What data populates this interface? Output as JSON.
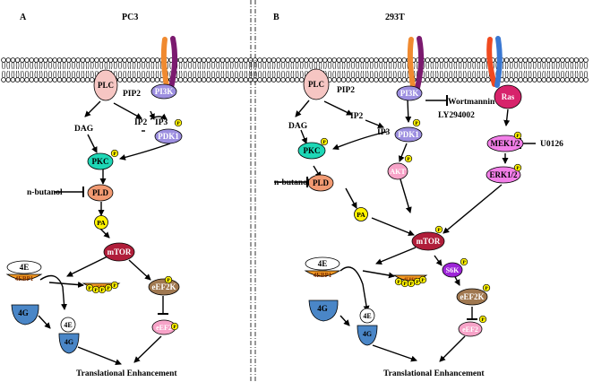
{
  "panels": [
    {
      "letter": "A",
      "title": "PC3"
    },
    {
      "letter": "B",
      "title": "293T"
    }
  ],
  "nodes": {
    "plc": "PLC",
    "pi3k": "PI3K",
    "pip2": "PIP2",
    "ip2": "IP2",
    "ip3": "IP3",
    "dag": "DAG",
    "pdk1": "PDK1",
    "pkc": "PKC",
    "pld": "PLD",
    "pa": "PA",
    "mtor": "mTOR",
    "fourE": "4E",
    "fourEbp1": "4EBP1",
    "fourG": "4G",
    "eef2k": "eEF2K",
    "eef2": "eEF2",
    "akt": "AKT",
    "ras": "Ras",
    "mek": "MEK1/2",
    "erk": "ERK1/2",
    "s6k": "S6K",
    "phospho": "P"
  },
  "inhibitors": {
    "n_butanol": "n-butanol",
    "wortmannin": "Wortmannin",
    "ly": "LY294002",
    "u0126": "U0126"
  },
  "outputs": {
    "translation": "Translational Enhancement"
  },
  "colors": {
    "plc": "#f6c6c3",
    "pi3k": "#9d8fe0",
    "pdk1": "#9d8fe0",
    "pkc": "#1ed7b6",
    "pld": "#f29a72",
    "pa": "#fff200",
    "mtor": "#b01e3a",
    "ras": "#d7236b",
    "mek": "#f27fe8",
    "erk": "#f27fe8",
    "akt": "#f7a3c8",
    "s6k": "#9d25d8",
    "eef2k": "#a07850",
    "eef2": "#f7a3c8",
    "fourg": "#4a86c7",
    "fourebp1": "#f59a22"
  }
}
